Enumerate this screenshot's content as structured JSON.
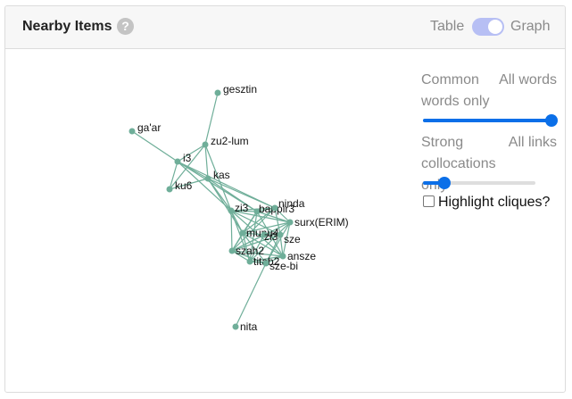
{
  "panel": {
    "title": "Nearby Items",
    "help_icon": "question-circle-icon",
    "help_glyph": "?"
  },
  "view_toggle": {
    "left_label": "Table",
    "right_label": "Graph",
    "selected": "Graph",
    "accent": "#b7bff4"
  },
  "controls": {
    "frequency": {
      "left_label": "Common words only",
      "right_label": "All words",
      "value": 1.0
    },
    "collocation": {
      "left_label": "Strong collocations only",
      "right_label": "All links",
      "value": 0.17
    },
    "slider_color": "#0b6fe8",
    "highlight_cliques": {
      "label": "Highlight cliques?",
      "checked": false
    }
  },
  "graph": {
    "node_color": "#6fae99",
    "edge_color": "#6fae99",
    "nodes": [
      {
        "id": "gesztin",
        "label": "gesztin"
      },
      {
        "id": "ga'ar",
        "label": "ga'ar"
      },
      {
        "id": "zu2-lum",
        "label": "zu2-lum"
      },
      {
        "id": "i3",
        "label": "i3"
      },
      {
        "id": "kas",
        "label": "kas"
      },
      {
        "id": "ku6",
        "label": "ku6"
      },
      {
        "id": "zi3",
        "label": "zi3"
      },
      {
        "id": "bappir3",
        "label": "bappir3"
      },
      {
        "id": "ninda",
        "label": "ninda"
      },
      {
        "id": "surx(ERIM)",
        "label": "surx(ERIM)"
      },
      {
        "id": "munu4",
        "label": "munu4"
      },
      {
        "id": "zi3-sze",
        "label": "zi3"
      },
      {
        "id": "sze",
        "label": "sze"
      },
      {
        "id": "szah2",
        "label": "szah2"
      },
      {
        "id": "titab2",
        "label": "titab2"
      },
      {
        "id": "ansze",
        "label": "ansze"
      },
      {
        "id": "sze-bi",
        "label": "sze-bi"
      },
      {
        "id": "nita",
        "label": "nita"
      }
    ],
    "edges": [
      [
        "gesztin",
        "zu2-lum"
      ],
      [
        "ga'ar",
        "i3"
      ],
      [
        "zu2-lum",
        "i3"
      ],
      [
        "zu2-lum",
        "kas"
      ],
      [
        "zu2-lum",
        "ku6"
      ],
      [
        "zu2-lum",
        "zi3"
      ],
      [
        "i3",
        "kas"
      ],
      [
        "i3",
        "ku6"
      ],
      [
        "i3",
        "zi3"
      ],
      [
        "i3",
        "bappir3"
      ],
      [
        "i3",
        "ninda"
      ],
      [
        "kas",
        "ku6"
      ],
      [
        "kas",
        "zi3"
      ],
      [
        "kas",
        "bappir3"
      ],
      [
        "kas",
        "ninda"
      ],
      [
        "kas",
        "munu4"
      ],
      [
        "zi3",
        "bappir3"
      ],
      [
        "zi3",
        "ninda"
      ],
      [
        "zi3",
        "surx(ERIM)"
      ],
      [
        "zi3",
        "munu4"
      ],
      [
        "zi3",
        "szah2"
      ],
      [
        "zi3",
        "titab2"
      ],
      [
        "zi3",
        "sze"
      ],
      [
        "zi3",
        "ansze"
      ],
      [
        "bappir3",
        "ninda"
      ],
      [
        "bappir3",
        "surx(ERIM)"
      ],
      [
        "bappir3",
        "munu4"
      ],
      [
        "bappir3",
        "szah2"
      ],
      [
        "bappir3",
        "titab2"
      ],
      [
        "bappir3",
        "ansze"
      ],
      [
        "ninda",
        "surx(ERIM)"
      ],
      [
        "ninda",
        "munu4"
      ],
      [
        "ninda",
        "szah2"
      ],
      [
        "ninda",
        "sze"
      ],
      [
        "surx(ERIM)",
        "munu4"
      ],
      [
        "surx(ERIM)",
        "szah2"
      ],
      [
        "surx(ERIM)",
        "titab2"
      ],
      [
        "surx(ERIM)",
        "ansze"
      ],
      [
        "surx(ERIM)",
        "sze-bi"
      ],
      [
        "munu4",
        "zi3-sze"
      ],
      [
        "munu4",
        "szah2"
      ],
      [
        "munu4",
        "titab2"
      ],
      [
        "munu4",
        "ansze"
      ],
      [
        "munu4",
        "sze-bi"
      ],
      [
        "zi3-sze",
        "sze"
      ],
      [
        "zi3-sze",
        "szah2"
      ],
      [
        "zi3-sze",
        "titab2"
      ],
      [
        "sze",
        "szah2"
      ],
      [
        "sze",
        "ansze"
      ],
      [
        "sze",
        "sze-bi"
      ],
      [
        "szah2",
        "titab2"
      ],
      [
        "szah2",
        "ansze"
      ],
      [
        "szah2",
        "sze-bi"
      ],
      [
        "titab2",
        "ansze"
      ],
      [
        "titab2",
        "sze-bi"
      ],
      [
        "ansze",
        "sze-bi"
      ],
      [
        "sze-bi",
        "nita"
      ]
    ]
  }
}
